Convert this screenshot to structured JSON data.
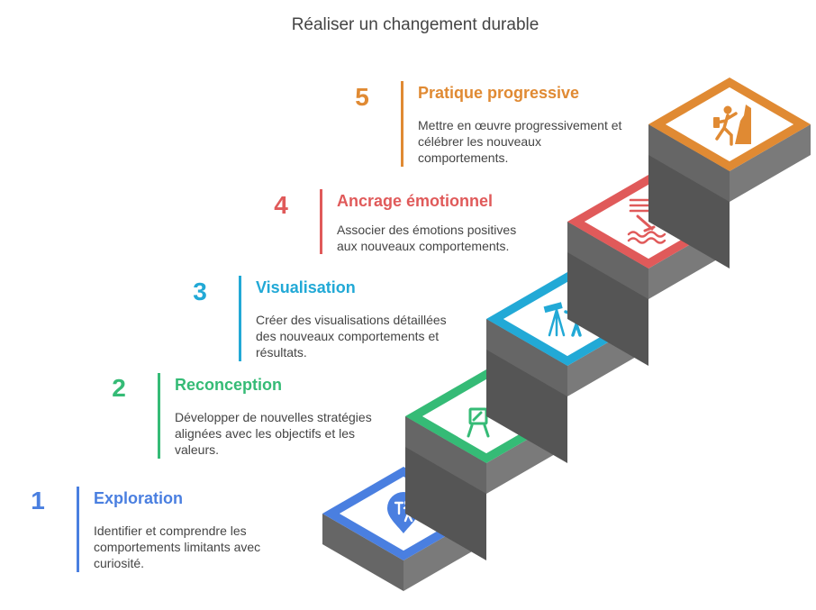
{
  "title": "Réaliser un changement durable",
  "steps": [
    {
      "number": "1",
      "title": "Exploration",
      "description": "Identifier et comprendre les comportements limitants avec curiosité.",
      "color": "#4a7fe0",
      "icon": "explorer-icon"
    },
    {
      "number": "2",
      "title": "Reconception",
      "description": "Développer de nouvelles stratégies alignées avec les objectifs et les valeurs.",
      "color": "#35bb76",
      "icon": "easel-redesign-icon"
    },
    {
      "number": "3",
      "title": "Visualisation",
      "description": "Créer des visualisations détaillées des nouveaux comportements et résultats.",
      "color": "#22a9d6",
      "icon": "telescope-person-icon"
    },
    {
      "number": "4",
      "title": "Ancrage émotionnel",
      "description": "Associer des émotions positives aux nouveaux comportements.",
      "color": "#e05a5a",
      "icon": "anchored-person-icon"
    },
    {
      "number": "5",
      "title": "Pratique progressive",
      "description": "Mettre en œuvre progressivement et célébrer les nouveaux comportements.",
      "color": "#e08a33",
      "icon": "climber-icon"
    }
  ]
}
